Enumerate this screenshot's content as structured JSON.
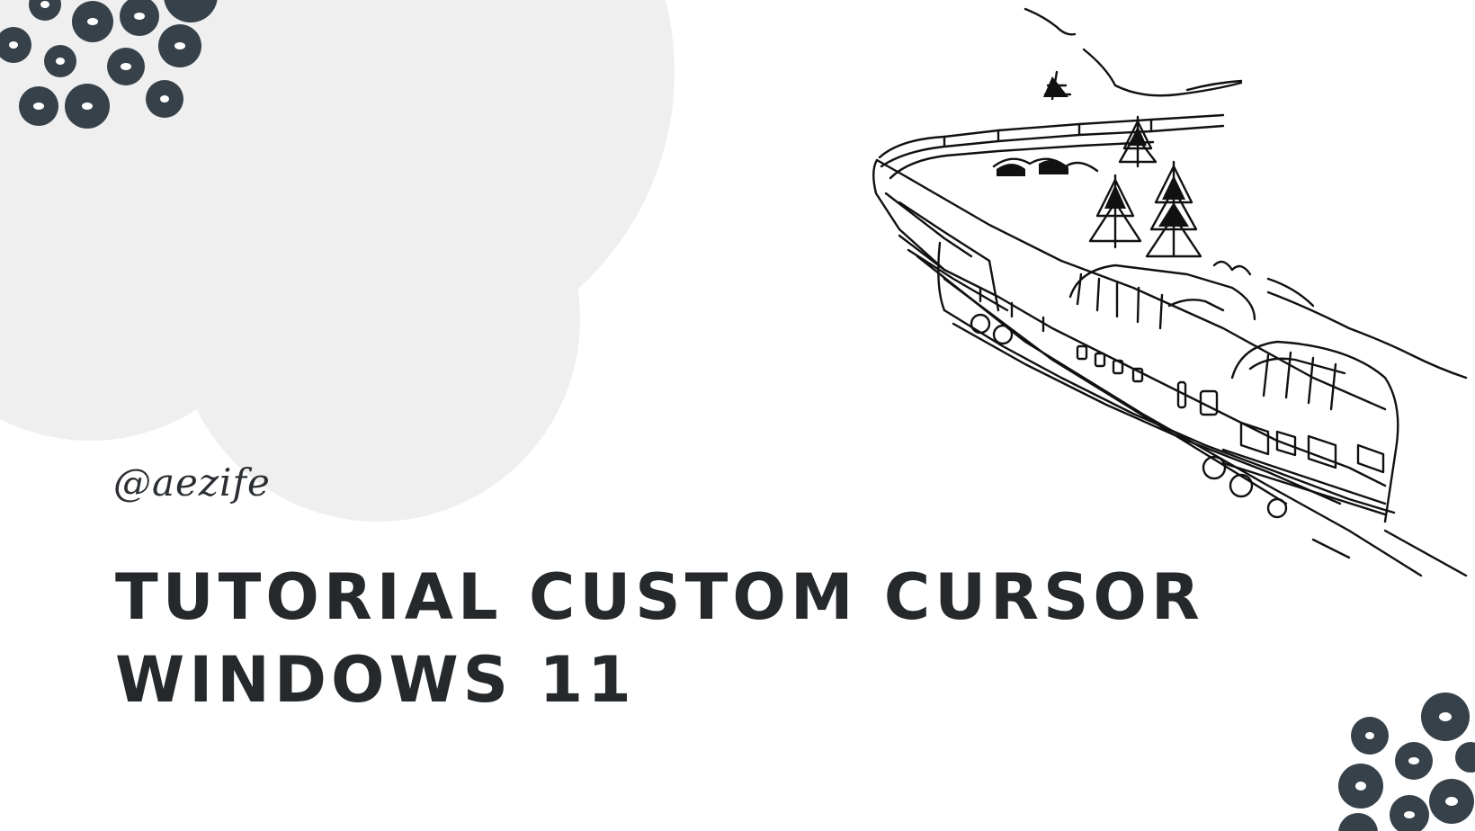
{
  "handle": "@aezife",
  "title": {
    "line1": "TUTORIAL CUSTOM CURSOR",
    "line2": "WINDOWS 11"
  },
  "colors": {
    "background": "#ffffff",
    "cloud": "#efefef",
    "dots": "#36414a",
    "text": "#26292c"
  },
  "decorations": {
    "cloud_shape": "cloud",
    "dots_top_left": "dot-cluster",
    "dots_bottom_right": "dot-cluster",
    "illustration": "train-line-art"
  }
}
